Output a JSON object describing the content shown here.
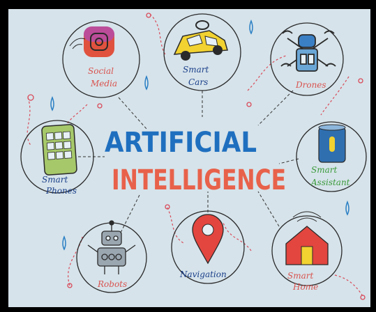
{
  "title": {
    "line1": "ARTIFICIAL",
    "line2": "INTELLIGENCE",
    "line1_color": "#1f6fbf",
    "line2_color": "#e8614a"
  },
  "nodes": [
    {
      "id": "social-media",
      "line1": "Social",
      "line2": "Media",
      "label_color": "#d9534f",
      "icon": "social-media-icon"
    },
    {
      "id": "smart-cars",
      "line1": "Smart",
      "line2": "Cars",
      "label_color": "#1a3f8a",
      "icon": "car-icon"
    },
    {
      "id": "drones",
      "line1": "Drones",
      "line2": "",
      "label_color": "#d9534f",
      "icon": "drone-icon"
    },
    {
      "id": "smart-phones",
      "line1": "Smart",
      "line2": "Phones",
      "label_color": "#1a3f8a",
      "icon": "phone-icon"
    },
    {
      "id": "smart-assistant",
      "line1": "Smart",
      "line2": "Assistant",
      "label_color": "#3a9a3a",
      "icon": "assistant-speaker-icon"
    },
    {
      "id": "robots",
      "line1": "Robots",
      "line2": "",
      "label_color": "#d9534f",
      "icon": "robot-icon"
    },
    {
      "id": "navigation",
      "line1": "Navigation",
      "line2": "",
      "label_color": "#1a3f8a",
      "icon": "map-pin-icon"
    },
    {
      "id": "smart-home",
      "line1": "Smart",
      "line2": "Home",
      "label_color": "#d9534f",
      "icon": "house-icon"
    }
  ],
  "colors": {
    "paper": "#d6e3ea",
    "ink": "#2a2a2a",
    "accent_blue": "#1f6fbf",
    "accent_red": "#e8614a",
    "dash_red": "#d94a5a"
  }
}
